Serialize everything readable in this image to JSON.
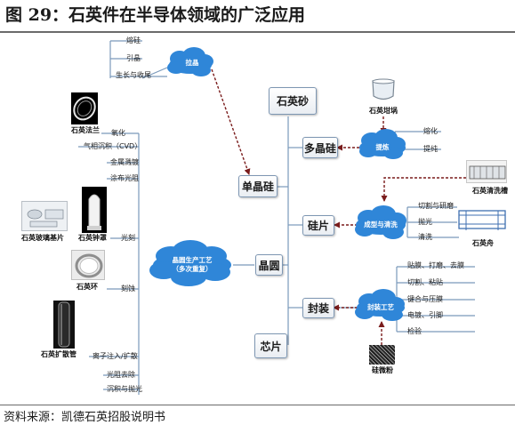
{
  "figure": {
    "title": "图 29：石英件在半导体领域的广泛应用",
    "source": "资料来源：凯德石英招股说明书"
  },
  "colors": {
    "cloud": "#2f86d8",
    "connector": "#7a99bb",
    "dashed_arrow": "#7a1c1c",
    "box_border": "#7e97b3"
  },
  "pulling": {
    "cloud_label": "拉晶",
    "items": [
      "熔硅",
      "引晶",
      "生长与收尾"
    ]
  },
  "chain": {
    "quartz_sand": "石英砂",
    "polysilicon": "多晶硅",
    "mono_silicon": "单晶硅",
    "silicon_wafer": "硅片",
    "wafer": "晶圆",
    "packaging": "封装",
    "chip": "芯片"
  },
  "refining": {
    "cloud_label": "提炼",
    "items": [
      "熔化",
      "提纯"
    ],
    "crucible_caption": "石英坩埚"
  },
  "forming": {
    "cloud_label": "成型与清洗",
    "items": [
      "切割与研磨",
      "抛光",
      "清洗"
    ],
    "cleaning_tank_caption": "石英清洗槽",
    "boat_caption": "石英舟"
  },
  "packaging_process": {
    "cloud_label": "封装工艺",
    "items": [
      "贴膜、打磨、去膜",
      "切割、粘贴",
      "键合与压膜",
      "电镀、引脚",
      "检验"
    ],
    "powder_caption": "硅微粉"
  },
  "wafer_process": {
    "cloud_label_line1": "晶圆生产工艺",
    "cloud_label_line2": "（多次重复）",
    "items": [
      "氧化",
      "气相沉积（CVD）",
      "金属溅镀",
      "涂布光阻",
      "光刻",
      "刻蚀",
      "离子注入/扩散",
      "光阻去除",
      "沉积与抛光"
    ],
    "flange_caption": "石英法兰",
    "substrate_caption": "石英玻璃基片",
    "bell_jar_caption": "石英钟罩",
    "ring_caption": "石英环",
    "diffusion_tube_caption": "石英扩散管"
  }
}
